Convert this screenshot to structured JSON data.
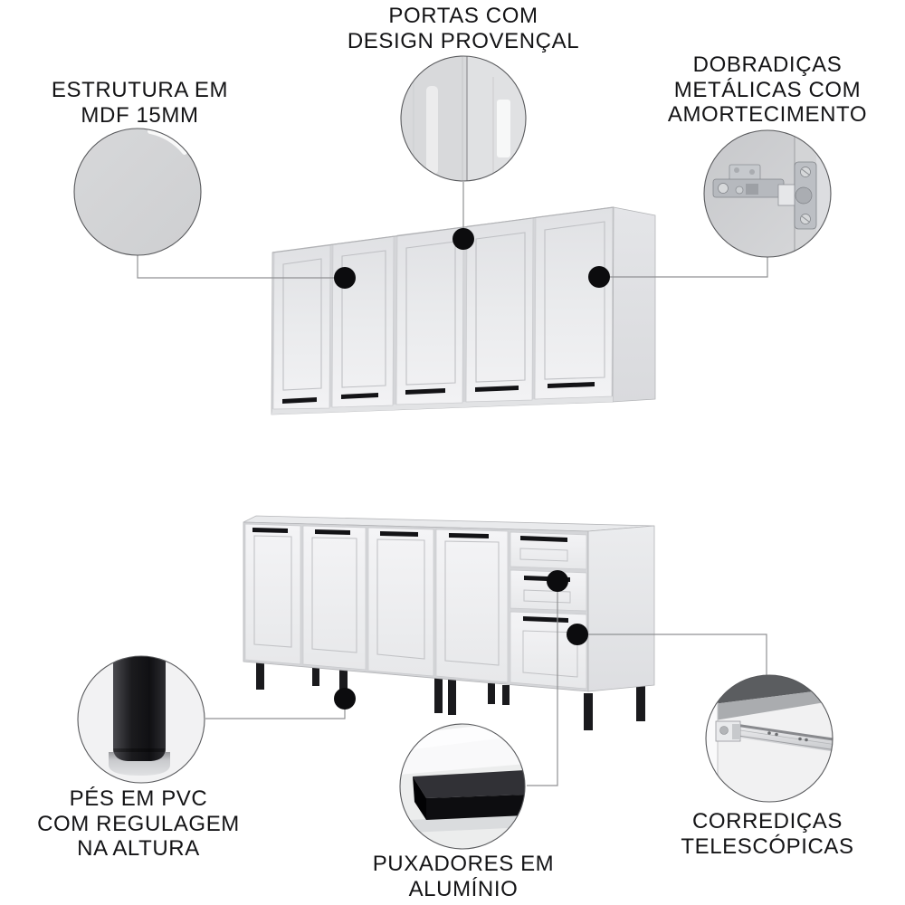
{
  "figure": {
    "background": "#ffffff",
    "callouts": {
      "estrutura": {
        "label": "ESTRUTURA EM\nMDF 15MM",
        "icon": "mdf-closeup-icon"
      },
      "portas": {
        "label": "PORTAS COM\nDESIGN PROVENÇAL",
        "icon": "door-closeup-icon"
      },
      "dobradicas": {
        "label": "DOBRADIÇAS\nMETÁLICAS COM\nAMORTECIMENTO",
        "icon": "hinge-icon"
      },
      "pes": {
        "label": "PÉS EM PVC\nCOM REGULAGEM\nNA ALTURA",
        "icon": "pvc-foot-icon"
      },
      "puxadores": {
        "label": "PUXADORES EM\nALUMÍNIO",
        "icon": "aluminum-handle-icon"
      },
      "corredicas": {
        "label": "CORREDIÇAS\nTELESCÓPICAS",
        "icon": "telescopic-slide-icon"
      }
    },
    "colors": {
      "text": "#141416",
      "callout_dot": "#0c0c0e",
      "connector_line": "#909193",
      "circle_stroke": "#58595c",
      "cabinet_face": "#eceded",
      "hardware_black": "#131316"
    }
  }
}
